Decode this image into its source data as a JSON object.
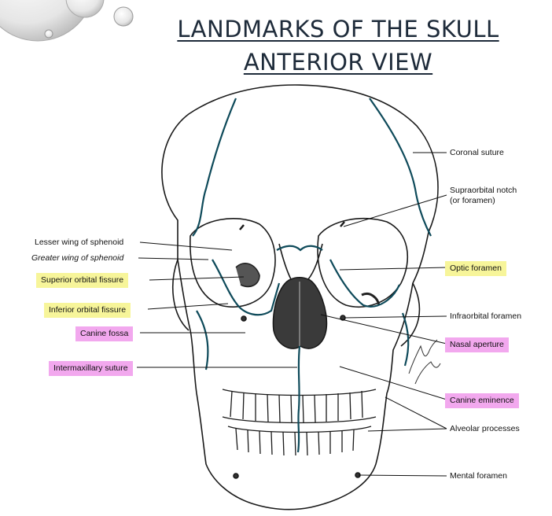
{
  "title": {
    "line1": "LANDMARKS OF THE SKULL",
    "line2": "ANTERIOR VIEW"
  },
  "labels_left": {
    "lesser_wing": "Lesser wing of sphenoid",
    "greater_wing": "Greater wing of sphenoid",
    "superior_orbital_fissure": "Superior orbital fissure",
    "inferior_orbital_fissure": "Inferior orbital fissure",
    "canine_fossa": "Canine fossa",
    "intermaxillary_suture": "Intermaxillary suture"
  },
  "labels_right": {
    "coronal_suture": "Coronal suture",
    "supraorbital_notch_1": "Supraorbital notch",
    "supraorbital_notch_2": "(or foramen)",
    "optic_foramen": "Optic foramen",
    "infraorbital_foramen": "Infraorbital foramen",
    "nasal_aperture": "Nasal aperture",
    "canine_eminence": "Canine eminence",
    "alveolar_processes": "Alveolar processes",
    "mental_foramen": "Mental foramen"
  },
  "colors": {
    "highlight_yellow": "#f7f59a",
    "highlight_pink": "#f2a8ee",
    "suture_teal": "#0e4a5a",
    "title_text": "#1e2b3a"
  }
}
